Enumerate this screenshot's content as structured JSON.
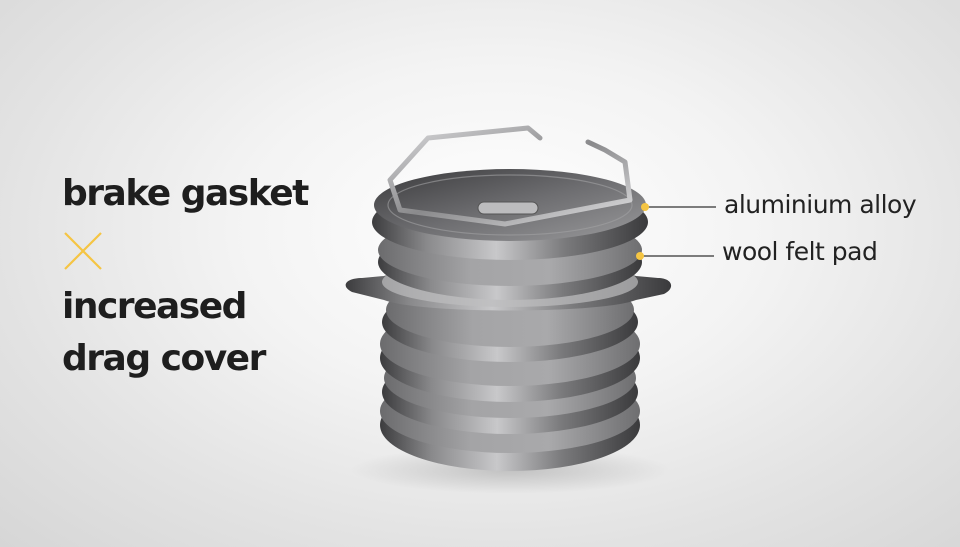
{
  "headline": {
    "line1": "brake gasket",
    "line2": "increased",
    "line3": "drag cover"
  },
  "cross_icon": "close-x-icon",
  "callouts": [
    {
      "label": "aluminium alloy"
    },
    {
      "label": "wool felt pad"
    }
  ],
  "colors": {
    "text": "#1e1e1e",
    "accent": "#f5c543",
    "background": "#e9e9e9"
  }
}
